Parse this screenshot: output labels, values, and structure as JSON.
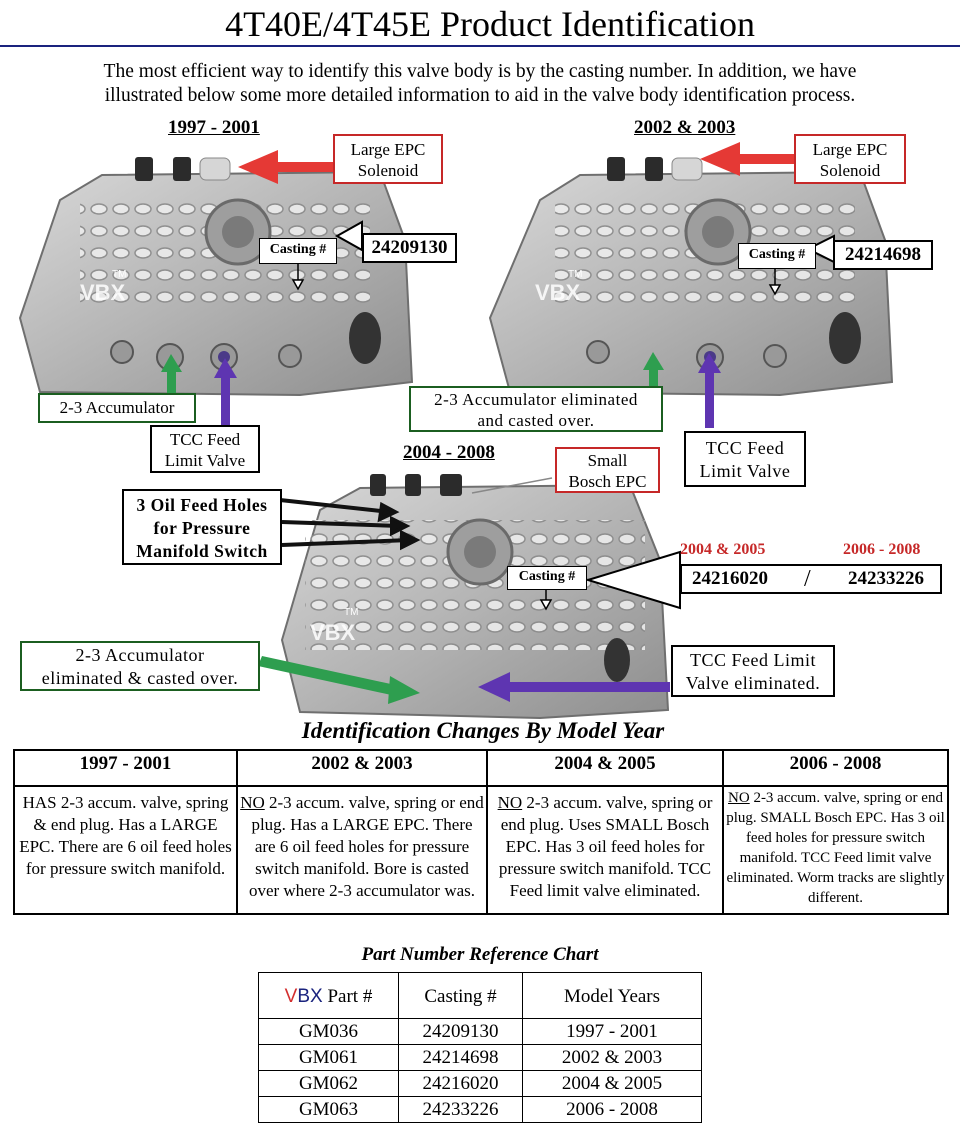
{
  "header": {
    "title": "4T40E/4T45E Product Identification",
    "intro_line1": "The most efficient way to identify this valve body is by the casting number.  In addition, we have",
    "intro_line2": "illustrated below some more detailed information to aid in the valve body identification process."
  },
  "diagrams": {
    "d1": {
      "year": "1997 - 2001",
      "epc_line1": "Large EPC",
      "epc_line2": "Solenoid",
      "casting_label": "Casting #",
      "casting_number": "24209130",
      "accum_label": "2-3 Accumulator",
      "tcc_line1": "TCC Feed",
      "tcc_line2": "Limit Valve",
      "watermark": "VBX",
      "tm": "TM"
    },
    "d2": {
      "year": "2002 & 2003",
      "epc_line1": "Large EPC",
      "epc_line2": "Solenoid",
      "casting_label": "Casting #",
      "casting_number": "24214698",
      "accum_line1": "2-3 Accumulator eliminated",
      "accum_line2": "and casted over.",
      "tcc_line1": "TCC Feed",
      "tcc_line2": "Limit Valve",
      "watermark": "VBX",
      "tm": "TM"
    },
    "d3": {
      "year": "2004 - 2008",
      "epc_line1": "Small",
      "epc_line2": "Bosch EPC",
      "holes_line1": "3 Oil Feed Holes",
      "holes_line2": "for Pressure",
      "holes_line3": "Manifold Switch",
      "casting_label": "Casting #",
      "year_a": "2004 & 2005",
      "year_b": "2006 - 2008",
      "casting_a": "24216020",
      "casting_sep": "/",
      "casting_b": "24233226",
      "accum_line1": "2-3 Accumulator",
      "accum_line2": "eliminated & casted over.",
      "tcc_line1": "TCC Feed Limit",
      "tcc_line2": "Valve eliminated.",
      "watermark": "VBX",
      "tm": "TM"
    }
  },
  "changes": {
    "title": "Identification Changes By Model Year",
    "headers": [
      "1997 - 2001",
      "2002 & 2003",
      "2004 & 2005",
      "2006 - 2008"
    ],
    "cells": [
      {
        "pre": "",
        "lead": "",
        "text": "HAS 2-3 accum. valve, spring & end plug. Has a LARGE EPC. There are 6 oil feed holes for pressure switch manifold."
      },
      {
        "pre": "",
        "lead": "NO",
        "text": " 2-3 accum. valve, spring or end plug. Has a LARGE EPC. There are 6 oil feed holes for pressure switch manifold. Bore is casted over where 2-3 accumulator was."
      },
      {
        "pre": "",
        "lead": "NO",
        "text": " 2-3 accum. valve, spring or end plug. Uses SMALL Bosch EPC. Has 3 oil feed holes for pressure switch manifold. TCC Feed limit valve eliminated."
      },
      {
        "pre": "",
        "lead": "NO",
        "text": " 2-3 accum. valve, spring or end plug. SMALL Bosch EPC. Has 3 oil feed holes for pressure switch manifold. TCC Feed limit valve eliminated.  Worm tracks are slightly different."
      }
    ]
  },
  "parts": {
    "title": "Part Number Reference Chart",
    "brand_v": "V",
    "brand_bx": "BX",
    "header_part": " Part #",
    "header_casting": "Casting #",
    "header_years": "Model Years",
    "rows": [
      {
        "part": "GM036",
        "casting": "24209130",
        "years": "1997 - 2001"
      },
      {
        "part": "GM061",
        "casting": "24214698",
        "years": "2002 & 2003"
      },
      {
        "part": "GM062",
        "casting": "24216020",
        "years": "2004 & 2005"
      },
      {
        "part": "GM063",
        "casting": "24233226",
        "years": "2006 - 2008"
      }
    ]
  },
  "colors": {
    "rule": "#1a237e",
    "callout_red": "#c62828",
    "arrow_red": "#e53935",
    "arrow_green": "#2e9e4f",
    "arrow_purple": "#5e35b1",
    "casting_metal": "#b9b9b9",
    "year_red": "#c62828"
  }
}
